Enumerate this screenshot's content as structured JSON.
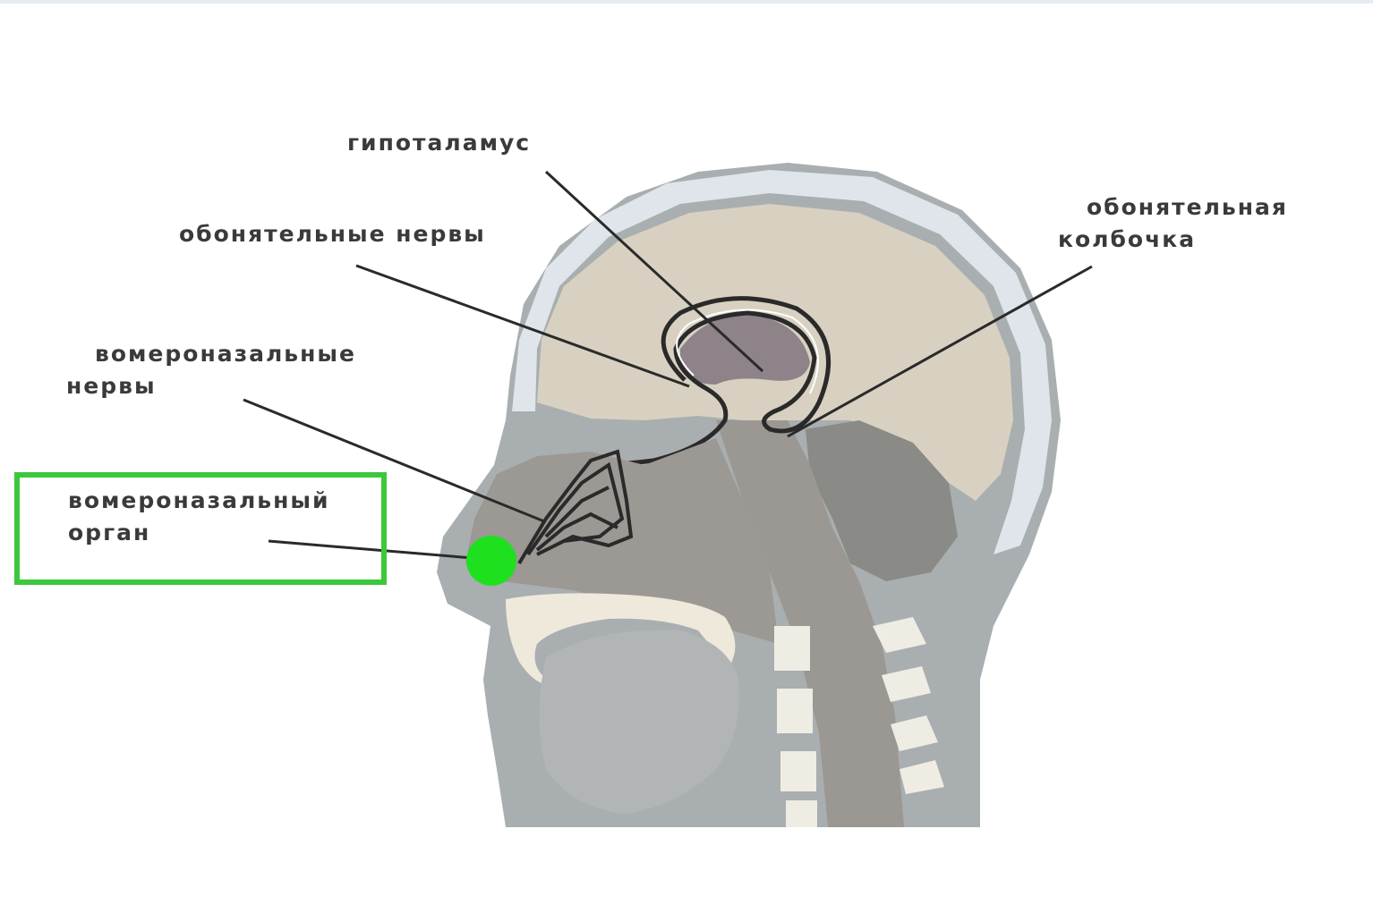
{
  "colors": {
    "background": "#ffffff",
    "head_tissue": "#a9aeb0",
    "skull": "#dfe5ea",
    "brain": "#d8d1c1",
    "ventricle": "#8d8389",
    "nasal_bone": "#b9b5ad",
    "palate": "#efe9dc",
    "leader_line": "#2a2a2a",
    "highlight_box": "#3cc83c",
    "organ_marker": "#1fe01f"
  },
  "labels": {
    "hypothalamus": "гипоталамус",
    "olfactory_nerves": "обонятельные нервы",
    "olfactory_bulb_line1": "обонятельная",
    "olfactory_bulb_line2": "колбочка",
    "vomeronasal_nerves_line1": "вомероназальные",
    "vomeronasal_nerves_line2": "нервы",
    "vomeronasal_organ_line1": "вомероназальный",
    "vomeronasal_organ_line2": "орган"
  }
}
